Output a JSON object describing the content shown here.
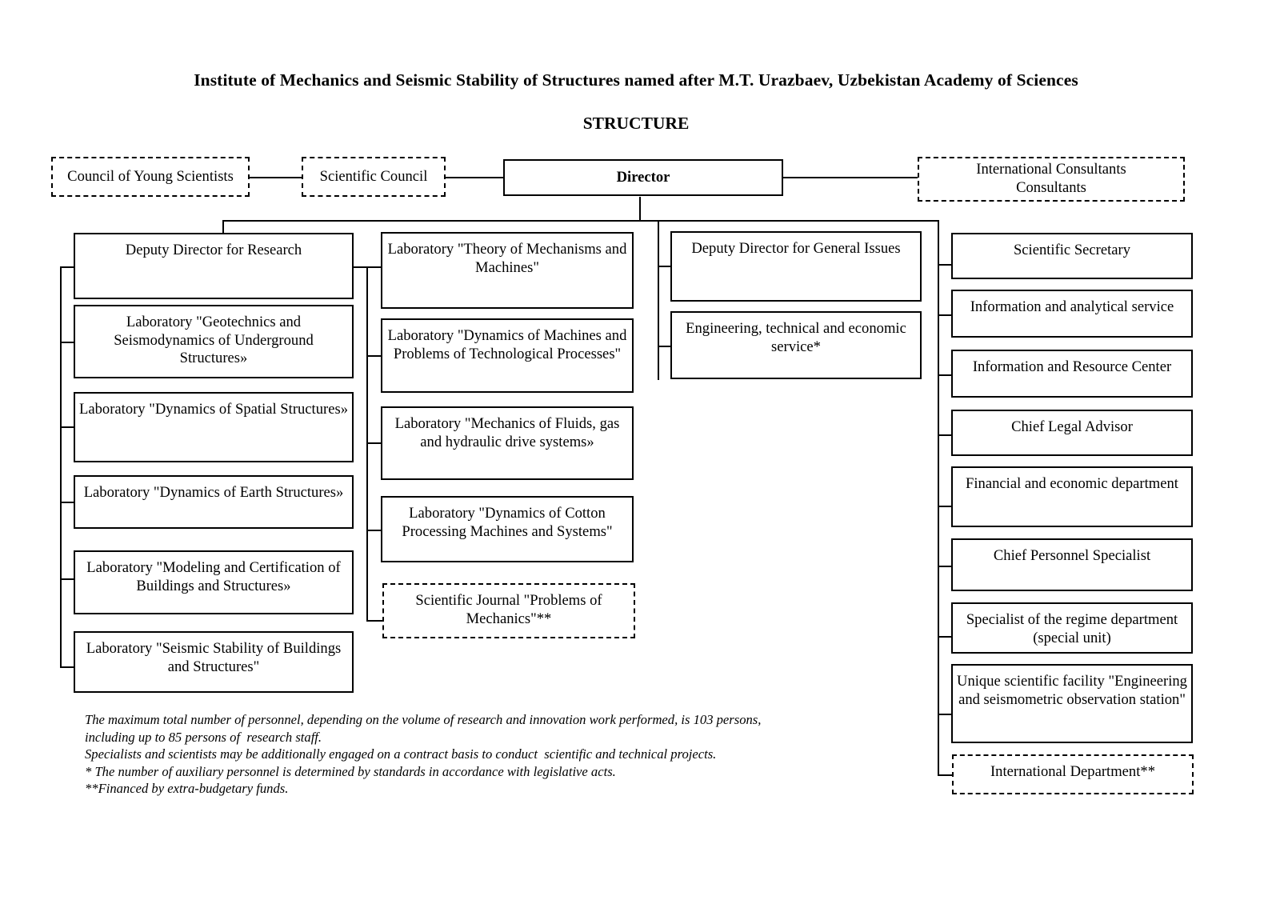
{
  "header": {
    "org_title": "Institute of Mechanics and Seismic Stability of Structures named after M.T. Urazbaev, Uzbekistan Academy of Sciences",
    "structure_title": "STRUCTURE"
  },
  "top_row": {
    "council_of_young_scientists": "Council of Young Scientists",
    "scientific_council": "Scientific Council",
    "director": "Director",
    "international_consultants": "International Consultants\nConsultants"
  },
  "column_research": {
    "head": "Deputy Director for Research",
    "items": [
      "Laboratory \"Geotechnics and Seismodynamics of Underground Structures»",
      "Laboratory \"Dynamics of Spatial Structures»",
      "Laboratory \"Dynamics of Earth Structures»",
      "Laboratory \"Modeling and Certification of Buildings and Structures»",
      "Laboratory \"Seismic Stability of Buildings and Structures\""
    ]
  },
  "column_labs": {
    "items": [
      "Laboratory \"Theory of Mechanisms and Machines\"",
      "Laboratory \"Dynamics of Machines and Problems of Technological Processes\"",
      "Laboratory \"Mechanics of Fluids, gas and hydraulic drive systems»",
      "Laboratory \"Dynamics of Cotton Processing Machines and Systems\"",
      "Scientific Journal \"Problems of Mechanics\"**"
    ]
  },
  "column_general": {
    "head": "Deputy Director for General Issues",
    "items": [
      "Engineering, technical and economic service*"
    ]
  },
  "column_services": {
    "items": [
      "Scientific Secretary",
      "Information and analytical service",
      "Information and Resource Center",
      "Chief Legal Advisor",
      "Financial and economic department",
      "Chief Personnel Specialist",
      "Specialist of the regime department (special unit)",
      "Unique scientific facility \"Engineering and seismometric observation station\"",
      "International Department**"
    ]
  },
  "footnotes": [
    "The maximum total number of personnel, depending on the volume of research and innovation work performed, is 103 persons, including up to 85 persons of  research staff.",
    "Specialists and scientists may be additionally engaged on a contract basis to conduct  scientific and technical projects.",
    "* The number of auxiliary personnel is determined by standards in accordance with legislative acts.",
    "**Financed by extra-budgetary funds."
  ],
  "colors": {
    "line": "#000000",
    "background": "#ffffff"
  }
}
